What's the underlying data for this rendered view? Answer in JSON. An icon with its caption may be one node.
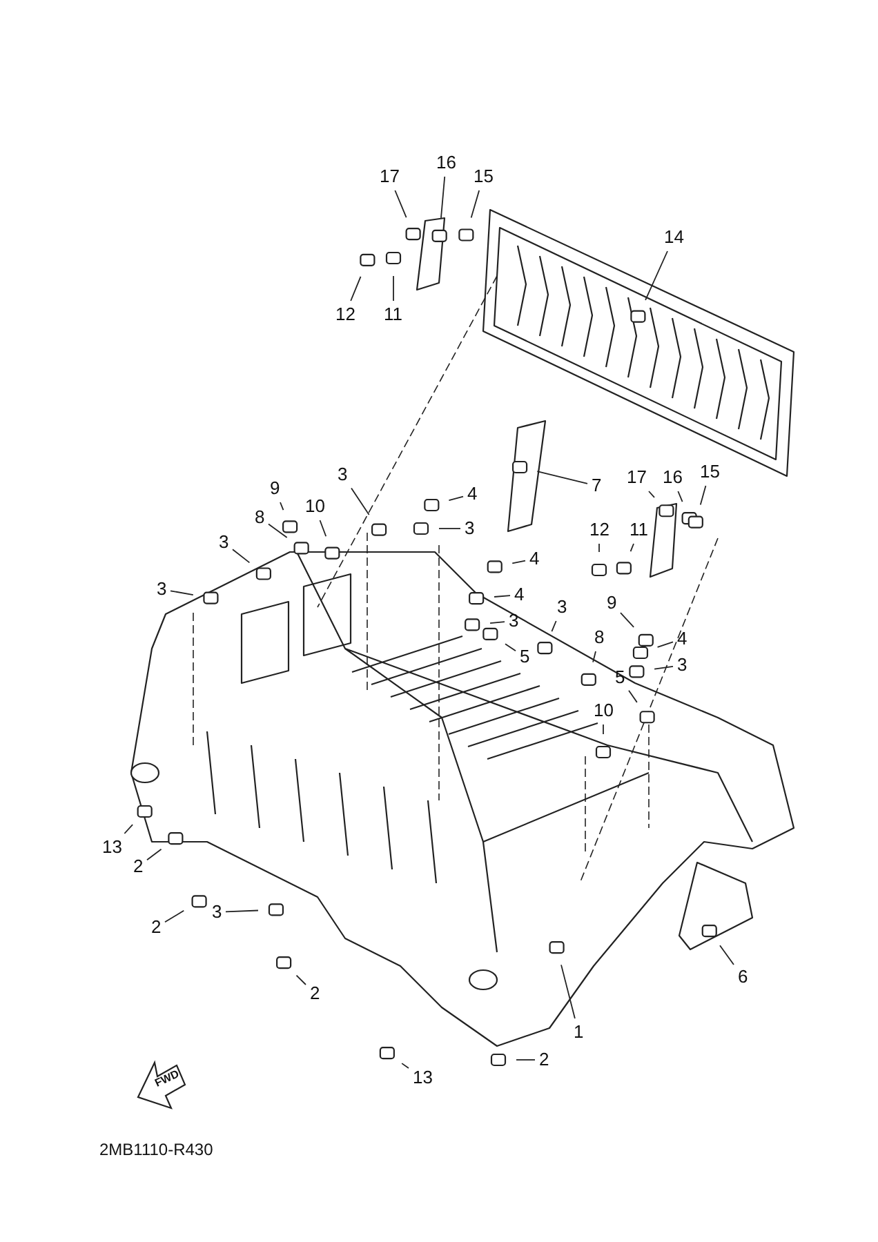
{
  "diagram": {
    "nodes": [
      {
        "text": [
          "17"
        ]
      },
      {
        "text": [
          "16"
        ]
      },
      {
        "text": [
          "15"
        ]
      },
      {
        "text": [
          "14"
        ]
      },
      {
        "text": [
          "12"
        ]
      },
      {
        "text": [
          "11"
        ]
      },
      {
        "text": [
          "3"
        ]
      },
      {
        "text": [
          "9"
        ]
      },
      {
        "text": [
          "4"
        ]
      },
      {
        "text": [
          "7"
        ]
      },
      {
        "text": [
          "17"
        ]
      },
      {
        "text": [
          "16"
        ]
      },
      {
        "text": [
          "15"
        ]
      },
      {
        "text": [
          "10"
        ]
      },
      {
        "text": [
          "8"
        ]
      },
      {
        "text": [
          "3"
        ]
      },
      {
        "text": [
          "12"
        ]
      },
      {
        "text": [
          "11"
        ]
      },
      {
        "text": [
          "3"
        ]
      },
      {
        "text": [
          "4"
        ]
      },
      {
        "text": [
          "3"
        ]
      },
      {
        "text": [
          "4"
        ]
      },
      {
        "text": [
          "3"
        ]
      },
      {
        "text": [
          "3"
        ]
      },
      {
        "text": [
          "9"
        ]
      },
      {
        "text": [
          "8"
        ]
      },
      {
        "text": [
          "5"
        ]
      },
      {
        "text": [
          "4"
        ]
      },
      {
        "text": [
          "3"
        ]
      },
      {
        "text": [
          "5"
        ]
      },
      {
        "text": [
          "10"
        ]
      },
      {
        "text": [
          "13"
        ]
      },
      {
        "text": [
          "2"
        ]
      },
      {
        "text": [
          "3"
        ]
      },
      {
        "text": [
          "2"
        ]
      },
      {
        "text": [
          "2"
        ]
      },
      {
        "text": [
          "6"
        ]
      },
      {
        "text": [
          "1"
        ]
      },
      {
        "text": [
          "13"
        ]
      },
      {
        "text": [
          "2"
        ]
      }
    ],
    "edges": [
      {
        "from": 0,
        "to": null,
        "arrow": "none"
      },
      {
        "from": 1,
        "to": null,
        "arrow": "none"
      },
      {
        "from": 2,
        "to": null,
        "arrow": "none"
      },
      {
        "from": 3,
        "to": null,
        "arrow": "none"
      },
      {
        "from": 4,
        "to": null,
        "arrow": "none"
      },
      {
        "from": 5,
        "to": null,
        "arrow": "none"
      },
      {
        "from": 6,
        "to": null,
        "arrow": "none"
      },
      {
        "from": 7,
        "to": null,
        "arrow": "none"
      },
      {
        "from": 8,
        "to": null,
        "arrow": "none"
      },
      {
        "from": 9,
        "to": null,
        "arrow": "none"
      },
      {
        "from": 10,
        "to": null,
        "arrow": "none"
      },
      {
        "from": 11,
        "to": null,
        "arrow": "none"
      },
      {
        "from": 12,
        "to": null,
        "arrow": "none"
      },
      {
        "from": 13,
        "to": null,
        "arrow": "none"
      },
      {
        "from": 14,
        "to": null,
        "arrow": "none"
      },
      {
        "from": 15,
        "to": null,
        "arrow": "none"
      },
      {
        "from": 16,
        "to": null,
        "arrow": "none"
      },
      {
        "from": 17,
        "to": null,
        "arrow": "none"
      },
      {
        "from": 18,
        "to": null,
        "arrow": "none"
      },
      {
        "from": 19,
        "to": null,
        "arrow": "none"
      },
      {
        "from": 20,
        "to": null,
        "arrow": "none"
      },
      {
        "from": 21,
        "to": null,
        "arrow": "none"
      },
      {
        "from": 22,
        "to": null,
        "arrow": "none"
      },
      {
        "from": 23,
        "to": null,
        "arrow": "none"
      },
      {
        "from": 24,
        "to": null,
        "arrow": "none"
      },
      {
        "from": 25,
        "to": null,
        "arrow": "none"
      },
      {
        "from": 26,
        "to": null,
        "arrow": "none"
      },
      {
        "from": 27,
        "to": null,
        "arrow": "none"
      },
      {
        "from": 28,
        "to": null,
        "arrow": "none"
      },
      {
        "from": 29,
        "to": null,
        "arrow": "none"
      },
      {
        "from": 30,
        "to": null,
        "arrow": "none"
      },
      {
        "from": 31,
        "to": null,
        "arrow": "none"
      },
      {
        "from": 32,
        "to": null,
        "arrow": "none"
      },
      {
        "from": 33,
        "to": null,
        "arrow": "none"
      },
      {
        "from": 34,
        "to": null,
        "arrow": "none"
      },
      {
        "from": 35,
        "to": null,
        "arrow": "none"
      },
      {
        "from": 36,
        "to": null,
        "arrow": "none"
      },
      {
        "from": 37,
        "to": null,
        "arrow": "none"
      },
      {
        "from": 38,
        "to": null,
        "arrow": "none"
      },
      {
        "from": 39,
        "to": null,
        "arrow": "none"
      }
    ],
    "labels": [
      "FWD",
      "2MB1110-R430"
    ]
  }
}
